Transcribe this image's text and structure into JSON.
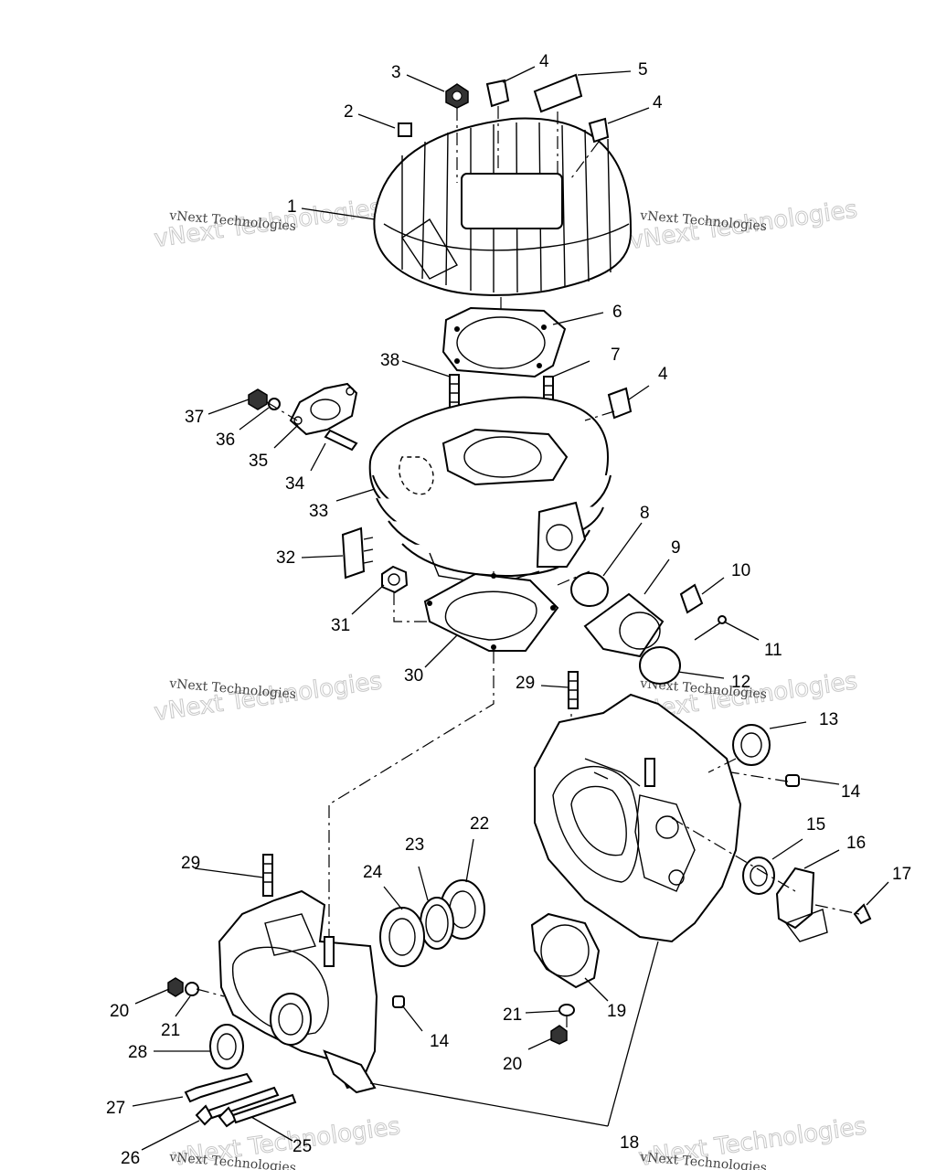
{
  "callouts": {
    "c1": "1",
    "c2": "2",
    "c3": "3",
    "c4a": "4",
    "c4b": "4",
    "c4c": "4",
    "c5": "5",
    "c6": "6",
    "c7": "7",
    "c8": "8",
    "c9": "9",
    "c10": "10",
    "c11": "11",
    "c12": "12",
    "c13": "13",
    "c14a": "14",
    "c14b": "14",
    "c15": "15",
    "c16": "16",
    "c17": "17",
    "c18": "18",
    "c19": "19",
    "c20a": "20",
    "c20b": "20",
    "c21a": "21",
    "c21b": "21",
    "c22": "22",
    "c23": "23",
    "c24": "24",
    "c25": "25",
    "c26": "26",
    "c27": "27",
    "c28": "28",
    "c29a": "29",
    "c29b": "29",
    "c30": "30",
    "c31": "31",
    "c32": "32",
    "c33": "33",
    "c34": "34",
    "c35": "35",
    "c36": "36",
    "c37": "37",
    "c38": "38"
  },
  "watermark": {
    "big": "vNext Technologies",
    "small": "vNext Technologies"
  }
}
